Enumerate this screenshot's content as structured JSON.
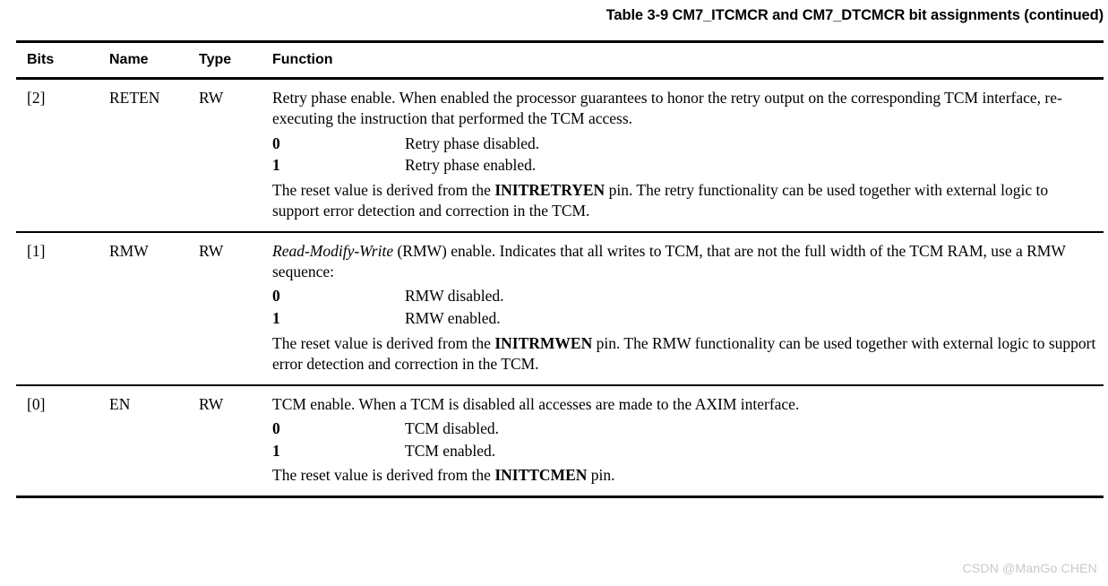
{
  "caption": "Table 3-9 CM7_ITCMCR and CM7_DTCMCR bit assignments (continued)",
  "watermark": "CSDN @ManGo CHEN",
  "table": {
    "headers": {
      "bits": "Bits",
      "name": "Name",
      "type": "Type",
      "function": "Function"
    },
    "rows": [
      {
        "bits": "[2]",
        "name": "RETEN",
        "type": "RW",
        "intro_plain": "Retry phase enable. When enabled the processor guarantees to honor the retry output on the corresponding TCM interface, re-executing the instruction that performed the TCM access.",
        "values": [
          {
            "key": "0",
            "desc": "Retry phase disabled."
          },
          {
            "key": "1",
            "desc": "Retry phase enabled."
          }
        ],
        "reset_prefix": "The reset value is derived from the ",
        "reset_pin": "INITRETRYEN",
        "reset_suffix": " pin. The retry functionality can be used together with external logic to support error detection and correction in the TCM."
      },
      {
        "bits": "[1]",
        "name": "RMW",
        "type": "RW",
        "intro_italic": "Read-Modify-Write",
        "intro_plain": " (RMW) enable. Indicates that all writes to TCM, that are not the full width of the TCM RAM, use a RMW sequence:",
        "values": [
          {
            "key": "0",
            "desc": "RMW disabled."
          },
          {
            "key": "1",
            "desc": "RMW enabled."
          }
        ],
        "reset_prefix": "The reset value is derived from the ",
        "reset_pin": "INITRMWEN",
        "reset_suffix": " pin. The RMW functionality can be used together with external logic to support error detection and correction in the TCM."
      },
      {
        "bits": "[0]",
        "name": "EN",
        "type": "RW",
        "intro_plain": "TCM enable. When a TCM is disabled all accesses are made to the AXIM interface.",
        "values": [
          {
            "key": "0",
            "desc": "TCM disabled."
          },
          {
            "key": "1",
            "desc": "TCM enabled."
          }
        ],
        "reset_prefix": "The reset value is derived from the ",
        "reset_pin": "INITTCMEN",
        "reset_suffix": " pin."
      }
    ]
  }
}
